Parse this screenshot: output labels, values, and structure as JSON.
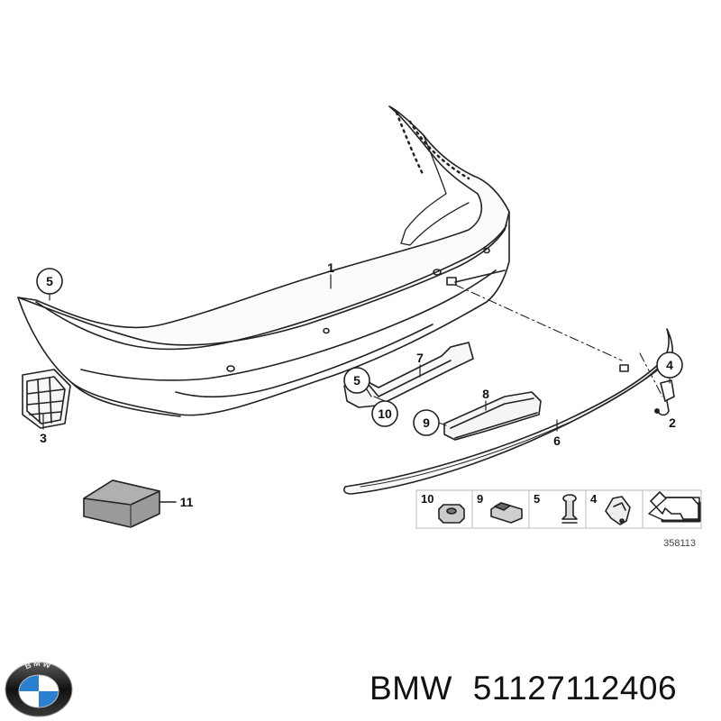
{
  "diagram": {
    "callouts": [
      "1",
      "2",
      "3",
      "4",
      "5",
      "5",
      "6",
      "7",
      "8",
      "9",
      "10",
      "11"
    ],
    "legend": {
      "items": [
        "10",
        "9",
        "5",
        "4"
      ]
    },
    "reference_number": "358113"
  },
  "footer": {
    "brand": "BMW",
    "part_number": "51127112406"
  },
  "logo": {
    "lettering": "BMW",
    "colors": {
      "blue": "#2a7fd0",
      "white": "#ffffff",
      "ring": "#1a1a1a"
    }
  }
}
